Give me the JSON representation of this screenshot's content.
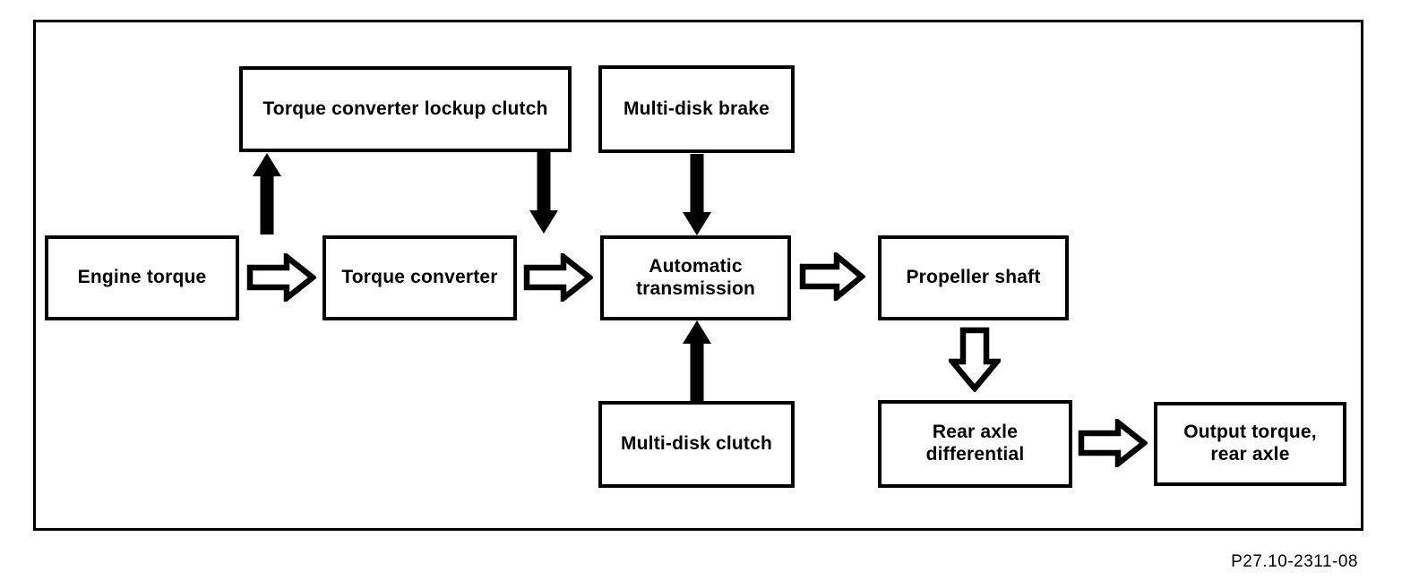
{
  "figure_caption": "P27.10-2311-08",
  "colors": {
    "ink": "#000000",
    "background": "#ffffff"
  },
  "nodes": {
    "lockup_clutch": {
      "label": "Torque converter lockup clutch"
    },
    "multi_disk_brake": {
      "label": "Multi-disk brake"
    },
    "engine_torque": {
      "label": "Engine torque"
    },
    "torque_converter": {
      "label": "Torque converter"
    },
    "automatic_transmission": {
      "label": "Automatic\ntransmission"
    },
    "propeller_shaft": {
      "label": "Propeller shaft"
    },
    "multi_disk_clutch": {
      "label": "Multi-disk clutch"
    },
    "rear_axle_differential": {
      "label": "Rear axle\ndifferential"
    },
    "output_torque": {
      "label": "Output torque,\nrear axle"
    }
  },
  "connections": [
    {
      "from": "engine_torque",
      "to": "torque_converter",
      "style": "open-outline",
      "direction": "right"
    },
    {
      "from": "torque_converter",
      "to": "automatic_transmission",
      "style": "open-outline",
      "direction": "right"
    },
    {
      "from": "automatic_transmission",
      "to": "propeller_shaft",
      "style": "open-outline",
      "direction": "right"
    },
    {
      "from": "propeller_shaft",
      "to": "rear_axle_differential",
      "style": "open-outline",
      "direction": "down"
    },
    {
      "from": "rear_axle_differential",
      "to": "output_torque",
      "style": "open-outline",
      "direction": "right"
    },
    {
      "from": "engine_torque_path",
      "to": "lockup_clutch",
      "style": "solid",
      "direction": "up"
    },
    {
      "from": "lockup_clutch",
      "to": "transmission_input_path",
      "style": "solid",
      "direction": "down"
    },
    {
      "from": "multi_disk_brake",
      "to": "automatic_transmission",
      "style": "solid",
      "direction": "down"
    },
    {
      "from": "multi_disk_clutch",
      "to": "automatic_transmission",
      "style": "solid",
      "direction": "up"
    }
  ]
}
